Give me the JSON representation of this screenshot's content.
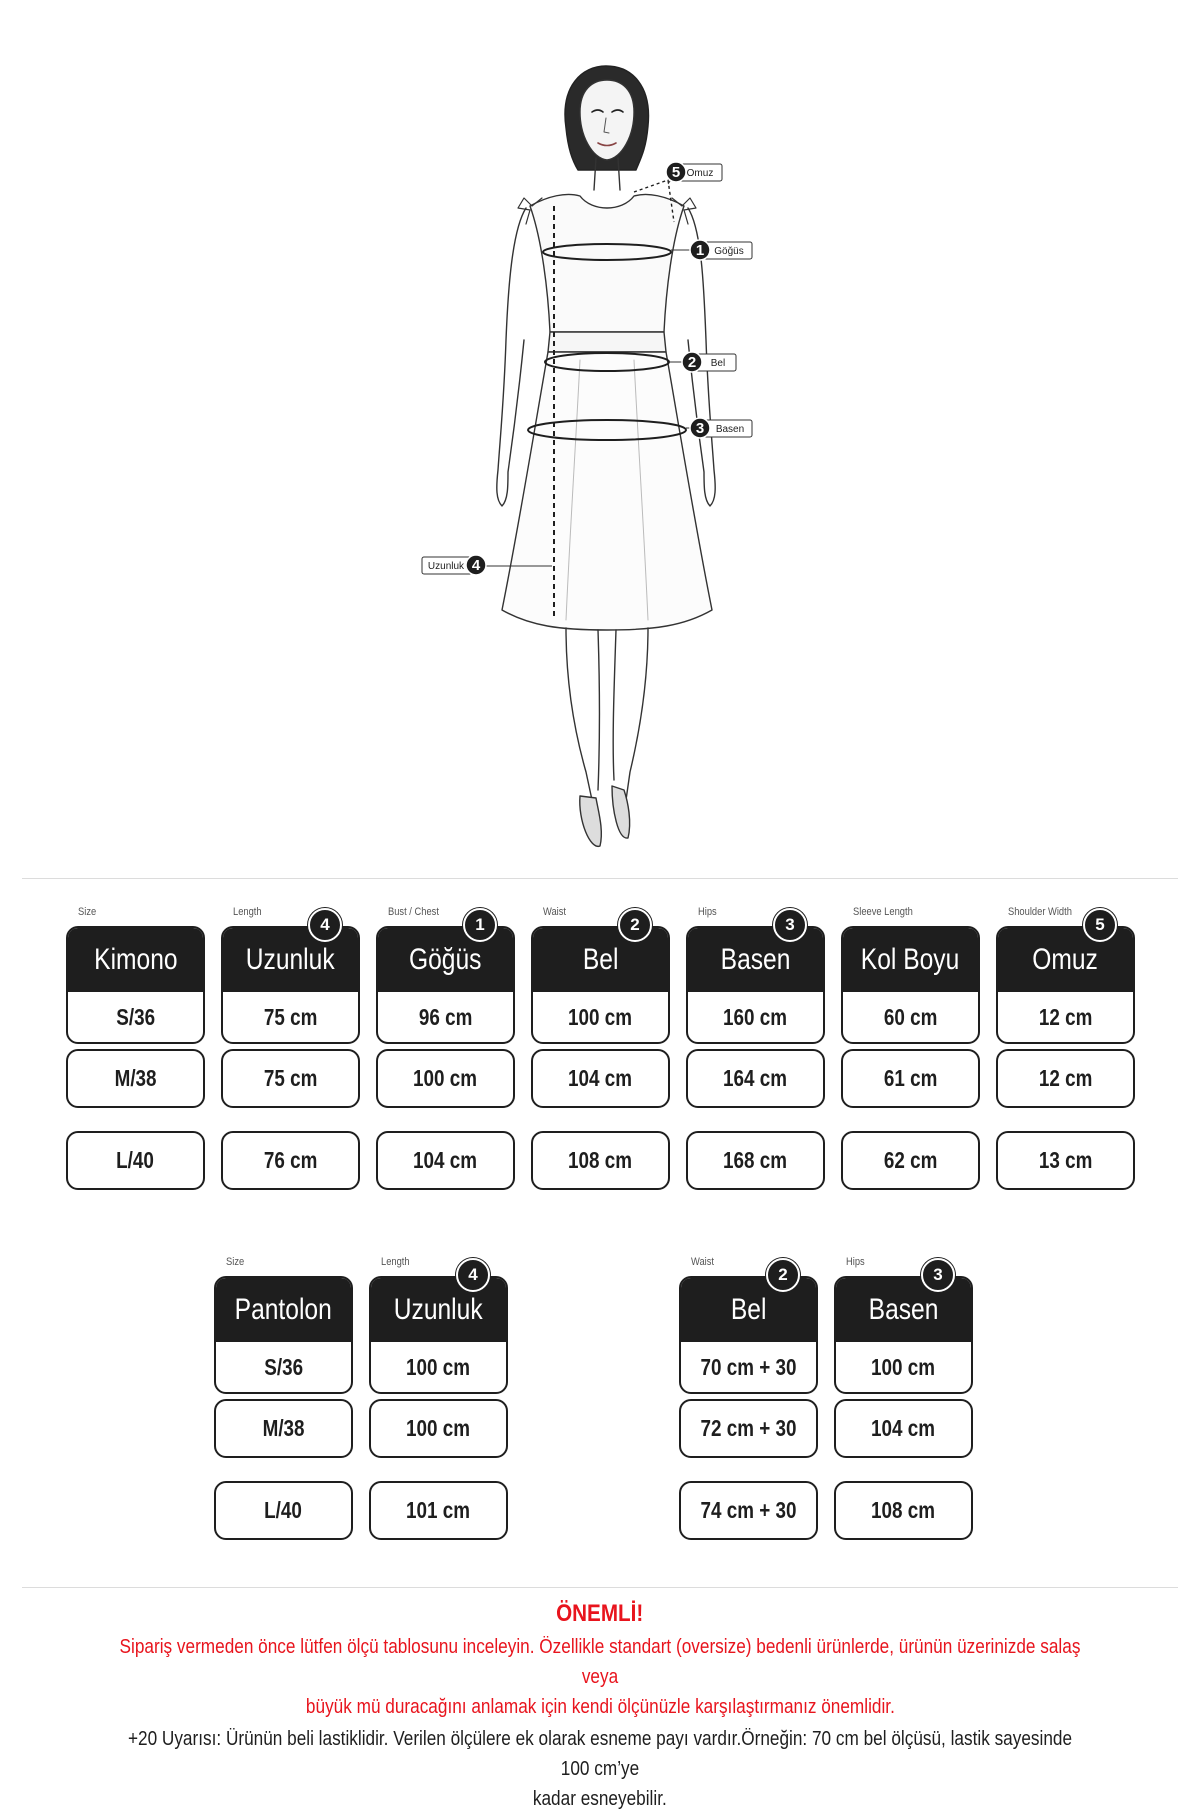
{
  "diagram": {
    "callouts": [
      {
        "num": "5",
        "label": "Omuz"
      },
      {
        "num": "1",
        "label": "Göğüs"
      },
      {
        "num": "2",
        "label": "Bel"
      },
      {
        "num": "3",
        "label": "Basen"
      },
      {
        "num": "4",
        "label": "Uzunluk"
      }
    ]
  },
  "kimono_table": {
    "columns": [
      {
        "sublabel": "Size",
        "badge": "",
        "header": "Kimono",
        "values": [
          "S/36",
          "M/38",
          "L/40"
        ]
      },
      {
        "sublabel": "Length",
        "badge": "4",
        "header": "Uzunluk",
        "values": [
          "75 cm",
          "75 cm",
          "76 cm"
        ]
      },
      {
        "sublabel": "Bust / Chest",
        "badge": "1",
        "header": "Göğüs",
        "values": [
          "96 cm",
          "100 cm",
          "104 cm"
        ]
      },
      {
        "sublabel": "Waist",
        "badge": "2",
        "header": "Bel",
        "values": [
          "100 cm",
          "104 cm",
          "108 cm"
        ]
      },
      {
        "sublabel": "Hips",
        "badge": "3",
        "header": "Basen",
        "values": [
          "160 cm",
          "164 cm",
          "168 cm"
        ]
      },
      {
        "sublabel": "Sleeve Length",
        "badge": "",
        "header": "Kol Boyu",
        "values": [
          "60 cm",
          "61 cm",
          "62 cm"
        ]
      },
      {
        "sublabel": "Shoulder Width",
        "badge": "5",
        "header": "Omuz",
        "values": [
          "12 cm",
          "12 cm",
          "13 cm"
        ]
      }
    ]
  },
  "pants_table": {
    "columns": [
      {
        "sublabel": "Size",
        "badge": "",
        "header": "Pantolon",
        "values": [
          "S/36",
          "M/38",
          "L/40"
        ]
      },
      {
        "sublabel": "Length",
        "badge": "4",
        "header": "Uzunluk",
        "values": [
          "100 cm",
          "100 cm",
          "101 cm"
        ]
      },
      {
        "sublabel": "Waist",
        "badge": "2",
        "header": "Bel",
        "values": [
          "70 cm + 30",
          "72 cm + 30",
          "74 cm + 30"
        ]
      },
      {
        "sublabel": "Hips",
        "badge": "3",
        "header": "Basen",
        "values": [
          "100 cm",
          "104 cm",
          "108 cm"
        ]
      }
    ]
  },
  "notice": {
    "title": "ÖNEMLİ!",
    "body_line1": "Sipariş vermeden önce lütfen ölçü tablosunu inceleyin. Özellikle standart (oversize) bedenli ürünlerde, ürünün üzerinizde salaş veya",
    "body_line2": "büyük mü duracağını anlamak için kendi ölçünüzle karşılaştırmanız önemlidir.",
    "extra_line1": "+20 Uyarısı: Ürünün beli lastiklidir. Verilen ölçülere ek olarak esneme payı vardır.Örneğin: 70 cm bel ölçüsü, lastik sayesinde 100 cm’ye",
    "extra_line2": "kadar esneyebilir."
  },
  "colors": {
    "accent_red": "#e8141d",
    "dark": "#1e1e1e"
  }
}
